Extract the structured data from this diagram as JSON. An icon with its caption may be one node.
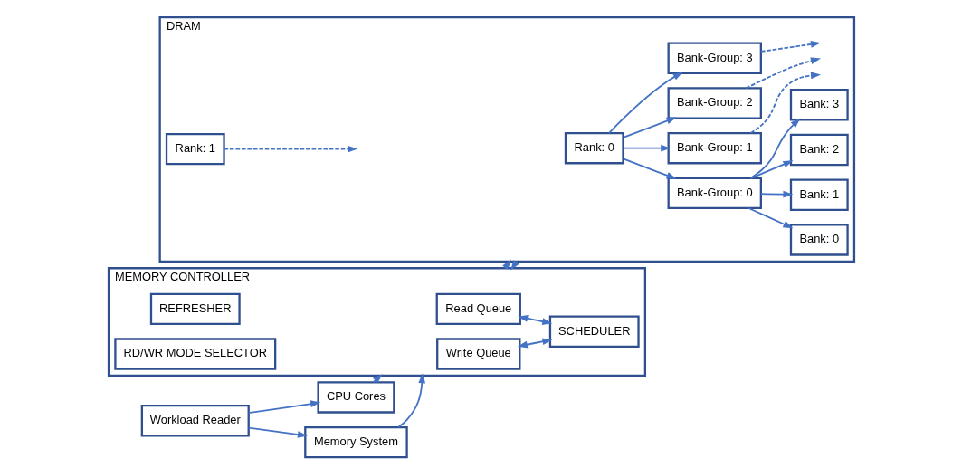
{
  "diagram": {
    "nodes": [
      {
        "text": [
          "CPU Cores"
        ]
      },
      {
        "text": [
          "Memory System"
        ]
      },
      {
        "text": [
          "Workload Reader"
        ]
      },
      {
        "text": [
          "MEMORY CONTROLLER"
        ]
      },
      {
        "text": [
          "Read Queue"
        ],
        "in": 3
      },
      {
        "text": [
          "Write Queue"
        ],
        "in": 3
      },
      {
        "text": [
          "SCHEDULER"
        ],
        "in": 3
      },
      {
        "text": [
          "REFRESHER"
        ],
        "in": 3
      },
      {
        "text": [
          "RD/WR MODE SELECTOR"
        ],
        "in": 3
      },
      {
        "text": [
          "DRAM"
        ]
      },
      {
        "text": [
          "Rank: 0"
        ],
        "in": 9
      },
      {
        "text": [
          "Rank: 1"
        ],
        "in": 9
      },
      {
        "text": [
          "Bank-Group: 0"
        ],
        "in": 9
      },
      {
        "text": [
          "Bank-Group: 1"
        ],
        "in": 9
      },
      {
        "text": [
          "Bank-Group: 2"
        ],
        "in": 9
      },
      {
        "text": [
          "Bank-Group: 3"
        ],
        "in": 9
      },
      {
        "text": [
          "Bank: 0"
        ],
        "in": 9
      },
      {
        "text": [
          "Bank: 1"
        ],
        "in": 9
      },
      {
        "text": [
          "Bank: 2"
        ],
        "in": 9
      },
      {
        "text": [
          "Bank: 3"
        ],
        "in": 9
      }
    ],
    "edges": [
      {
        "from": 2,
        "to": 0,
        "arrow": "to"
      },
      {
        "from": 2,
        "to": 1,
        "arrow": "to"
      },
      {
        "from": 0,
        "to": 3,
        "arrow": "to"
      },
      {
        "from": 1,
        "to": 3,
        "arrow": "to"
      },
      {
        "from": 4,
        "to": 6,
        "arrow": "both"
      },
      {
        "from": 5,
        "to": 6,
        "arrow": "both"
      },
      {
        "from": 3,
        "to": 9,
        "arrow": "to"
      },
      {
        "from": 9,
        "to": 3,
        "arrow": "to"
      },
      {
        "from": 10,
        "to": 12,
        "arrow": "to"
      },
      {
        "from": 10,
        "to": 13,
        "arrow": "to"
      },
      {
        "from": 10,
        "to": 14,
        "arrow": "to"
      },
      {
        "from": 10,
        "to": 15,
        "arrow": "to"
      },
      {
        "from": 12,
        "to": 16,
        "arrow": "to"
      },
      {
        "from": 12,
        "to": 17,
        "arrow": "to"
      },
      {
        "from": 12,
        "to": 18,
        "arrow": "to"
      },
      {
        "from": 12,
        "to": 19,
        "arrow": "to"
      },
      {
        "from": 13,
        "to": null,
        "arrow": "to",
        "style": "dashed"
      },
      {
        "from": 14,
        "to": null,
        "arrow": "to",
        "style": "dashed"
      },
      {
        "from": 15,
        "to": null,
        "arrow": "to",
        "style": "dashed"
      },
      {
        "from": 11,
        "to": null,
        "arrow": "to",
        "style": "dashed"
      }
    ]
  }
}
